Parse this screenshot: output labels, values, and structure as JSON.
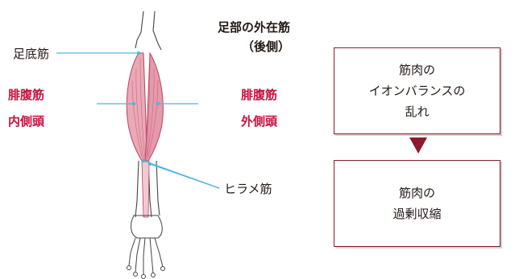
{
  "title": {
    "line1": "足部の外在筋",
    "line2": "（後側）"
  },
  "labels": {
    "plantaris": "足底筋",
    "gastro_medial_1": "腓腹筋",
    "gastro_medial_2": "内側頭",
    "gastro_lateral_1": "腓腹筋",
    "gastro_lateral_2": "外側頭",
    "soleus": "ヒラメ筋"
  },
  "flow": {
    "box1": {
      "line1": "筋肉の",
      "line2": "イオンバランスの",
      "line3": "乱れ"
    },
    "box2": {
      "line1": "筋肉の",
      "line2": "過剰収縮"
    }
  },
  "colors": {
    "muscle": "#e8a2b0",
    "muscle_dark": "#c54a66",
    "accent_text": "#c8103e",
    "leader_line": "#4fb6de",
    "box_border": "#8a1a2c",
    "arrow": "#8a1a2c"
  }
}
